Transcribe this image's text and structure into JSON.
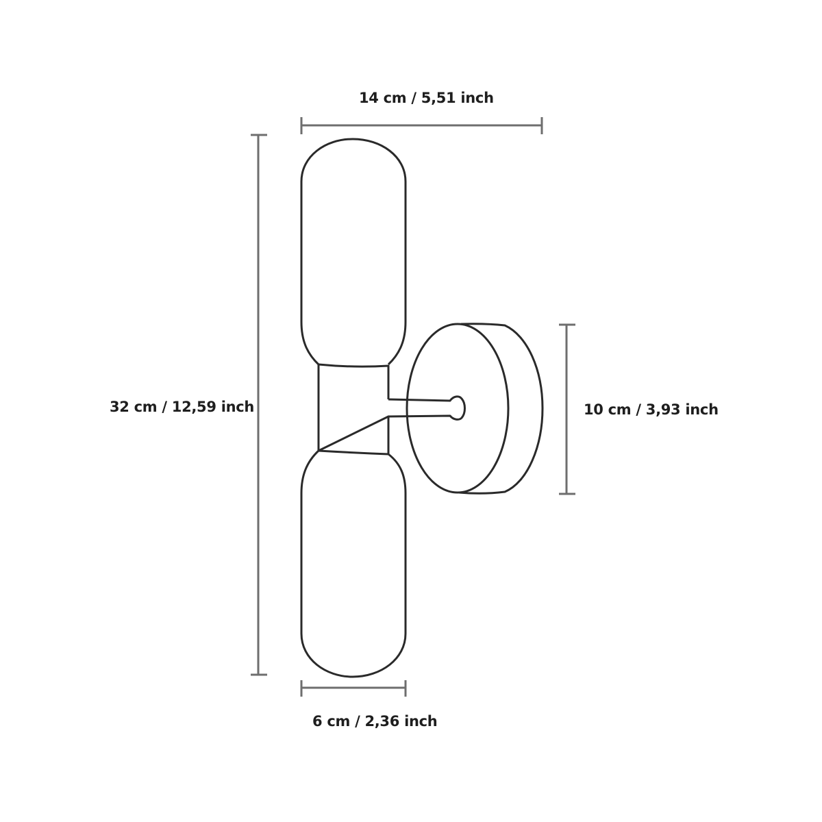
{
  "diagram": {
    "subject": "double-globe wall sconce dimension drawing",
    "colors": {
      "background": "#ffffff",
      "outline": "#2a2a2a",
      "dimension_line": "#6e6e6e",
      "text": "#1e1e1e"
    },
    "dimensions": {
      "overall_width": {
        "label": "14 cm / 5,51 inch",
        "value_cm": 14,
        "value_inch": 5.51,
        "orientation": "horizontal",
        "position": "top"
      },
      "overall_height": {
        "label": "32 cm / 12,59 inch",
        "value_cm": 32,
        "value_inch": 12.59,
        "orientation": "vertical",
        "position": "left"
      },
      "wall_plate_diameter": {
        "label": "10 cm / 3,93 inch",
        "value_cm": 10,
        "value_inch": 3.93,
        "orientation": "vertical",
        "position": "right"
      },
      "globe_width": {
        "label": "6 cm / 2,36 inch",
        "value_cm": 6,
        "value_inch": 2.36,
        "orientation": "horizontal",
        "position": "bottom"
      }
    },
    "parts": [
      "upper-globe",
      "center-fitting",
      "arm",
      "wall-plate",
      "lower-globe"
    ]
  }
}
